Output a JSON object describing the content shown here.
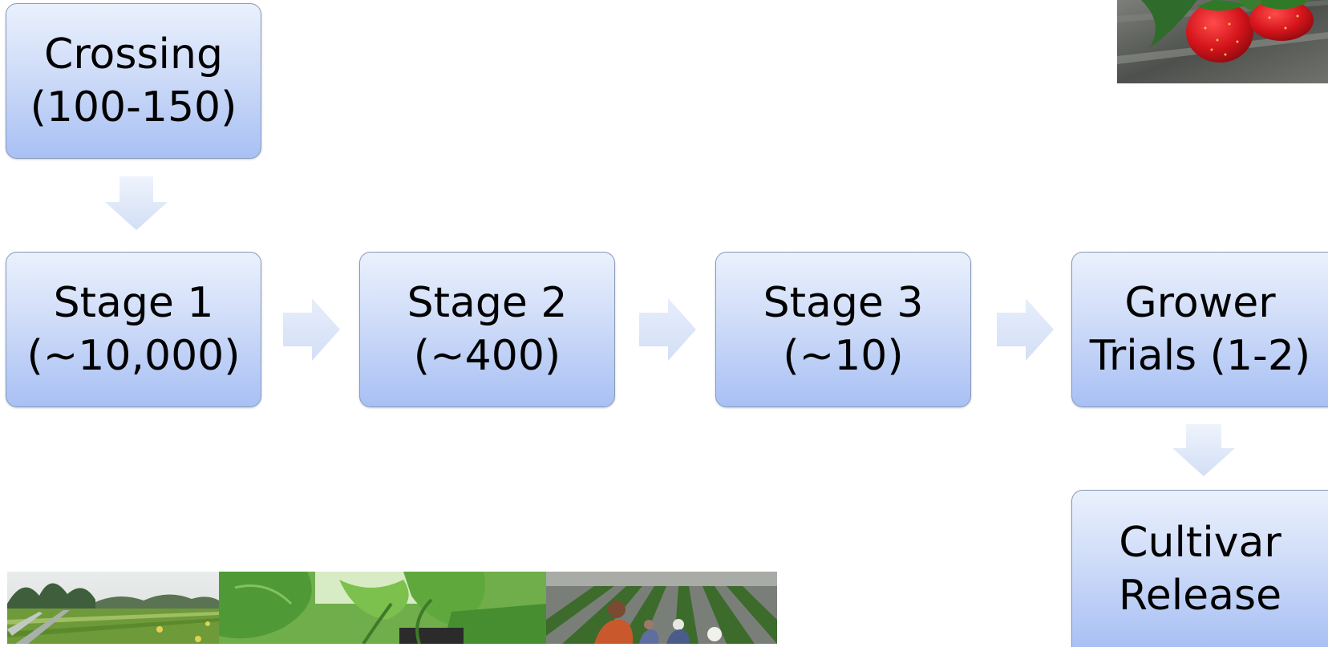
{
  "diagram": {
    "crossing": {
      "line1": "Crossing",
      "line2": "(100-150)"
    },
    "stage1": {
      "line1": "Stage 1",
      "line2": "(~10,000)"
    },
    "stage2": {
      "line1": "Stage 2",
      "line2": "(~400)"
    },
    "stage3": {
      "line1": "Stage 3",
      "line2": "(~10)"
    },
    "grower_trials": {
      "line1": "Grower",
      "line2": "Trials (1-2)"
    },
    "cultivar_release": {
      "line1": "Cultivar",
      "line2": "Release"
    }
  },
  "colors": {
    "box_fill_top": "#eaf1fd",
    "box_fill_bottom": "#a8c0f4",
    "box_border": "#8a9bb8",
    "arrow_fill": "#dce6f8"
  },
  "images": [
    {
      "name": "strawberries-photo"
    },
    {
      "name": "field-rows-photo"
    },
    {
      "name": "plant-leaves-photo"
    },
    {
      "name": "field-workers-photo"
    }
  ]
}
